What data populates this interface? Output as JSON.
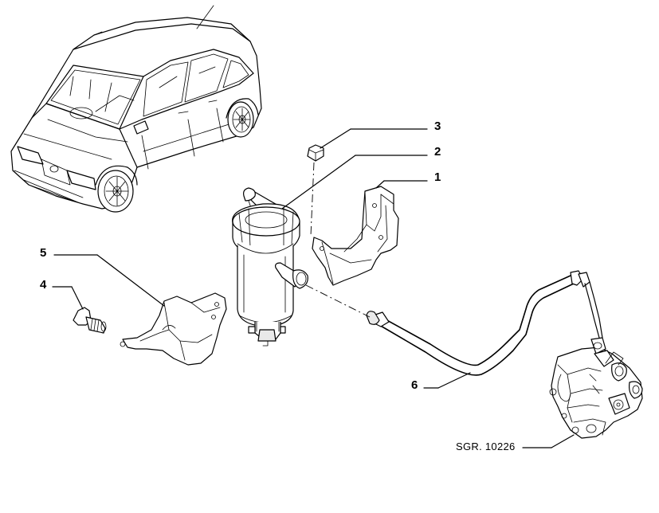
{
  "callouts": {
    "c1": "1",
    "c2": "2",
    "c3": "3",
    "c4": "4",
    "c5": "5",
    "c6": "6"
  },
  "reference_code": "SGR. 10226"
}
